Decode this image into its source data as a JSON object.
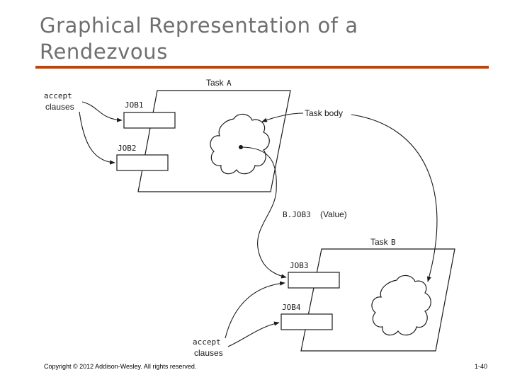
{
  "title": "Graphical Representation of a Rendezvous",
  "diagram": {
    "task_a_label": "Task",
    "task_a_letter": "A",
    "task_b_label": "Task",
    "task_b_letter": "B",
    "job1": "JOB1",
    "job2": "JOB2",
    "job3": "JOB3",
    "job4": "JOB4",
    "accept_top_line1": "accept",
    "accept_top_line2": "clauses",
    "accept_bottom_line1": "accept",
    "accept_bottom_line2": "clauses",
    "task_body": "Task body",
    "call_prefix": "B.JOB3",
    "call_suffix": "(Value)"
  },
  "footer": {
    "copyright": "Copyright © 2012 Addison-Wesley. All rights reserved.",
    "page": "1-40"
  },
  "colors": {
    "title": "#6f6f6f",
    "rule": "#b8470f",
    "ink": "#1a1a1a"
  }
}
